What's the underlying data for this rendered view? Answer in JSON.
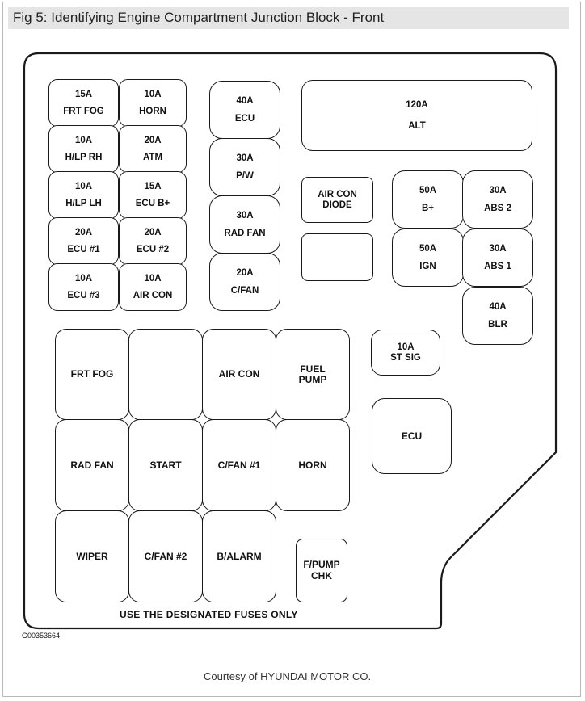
{
  "title": "Fig 5: Identifying Engine Compartment Junction Block - Front",
  "fuses": {
    "f1": {
      "amp": "15A",
      "label": "FRT FOG"
    },
    "f2": {
      "amp": "10A",
      "label": "HORN"
    },
    "f3": {
      "amp": "10A",
      "label": "H/LP RH"
    },
    "f4": {
      "amp": "20A",
      "label": "ATM"
    },
    "f5": {
      "amp": "10A",
      "label": "H/LP LH"
    },
    "f6": {
      "amp": "15A",
      "label": "ECU B+"
    },
    "f7": {
      "amp": "20A",
      "label": "ECU #1"
    },
    "f8": {
      "amp": "20A",
      "label": "ECU #2"
    },
    "f9": {
      "amp": "10A",
      "label": "ECU #3"
    },
    "f10": {
      "amp": "10A",
      "label": "AIR CON"
    },
    "m1": {
      "amp": "40A",
      "label": "ECU"
    },
    "m2": {
      "amp": "30A",
      "label": "P/W"
    },
    "m3": {
      "amp": "30A",
      "label": "RAD FAN"
    },
    "m4": {
      "amp": "20A",
      "label": "C/FAN"
    },
    "alt": {
      "amp": "120A",
      "label": "ALT"
    },
    "diode": {
      "line1": "AIR CON",
      "line2": "DIODE"
    },
    "r1": {
      "amp": "50A",
      "label": "B+"
    },
    "r2": {
      "amp": "30A",
      "label": "ABS 2"
    },
    "r3": {
      "amp": "50A",
      "label": "IGN"
    },
    "r4": {
      "amp": "30A",
      "label": "ABS 1"
    },
    "r5": {
      "amp": "40A",
      "label": "BLR"
    },
    "stsig": {
      "amp": "10A",
      "label": "ST SIG"
    }
  },
  "relays": {
    "frt_fog": "FRT FOG",
    "blank": "",
    "air_con": "AIR CON",
    "fuel_pump": {
      "line1": "FUEL",
      "line2": "PUMP"
    },
    "rad_fan": "RAD FAN",
    "start": "START",
    "cfan1": "C/FAN #1",
    "horn": "HORN",
    "wiper": "WIPER",
    "cfan2": "C/FAN #2",
    "balarm": "B/ALARM",
    "ecu": "ECU",
    "fpump_chk": {
      "line1": "F/PUMP",
      "line2": "CHK"
    }
  },
  "note": "USE THE DESIGNATED FUSES ONLY",
  "code": "G00353664",
  "credit": "Courtesy of HYUNDAI MOTOR CO."
}
